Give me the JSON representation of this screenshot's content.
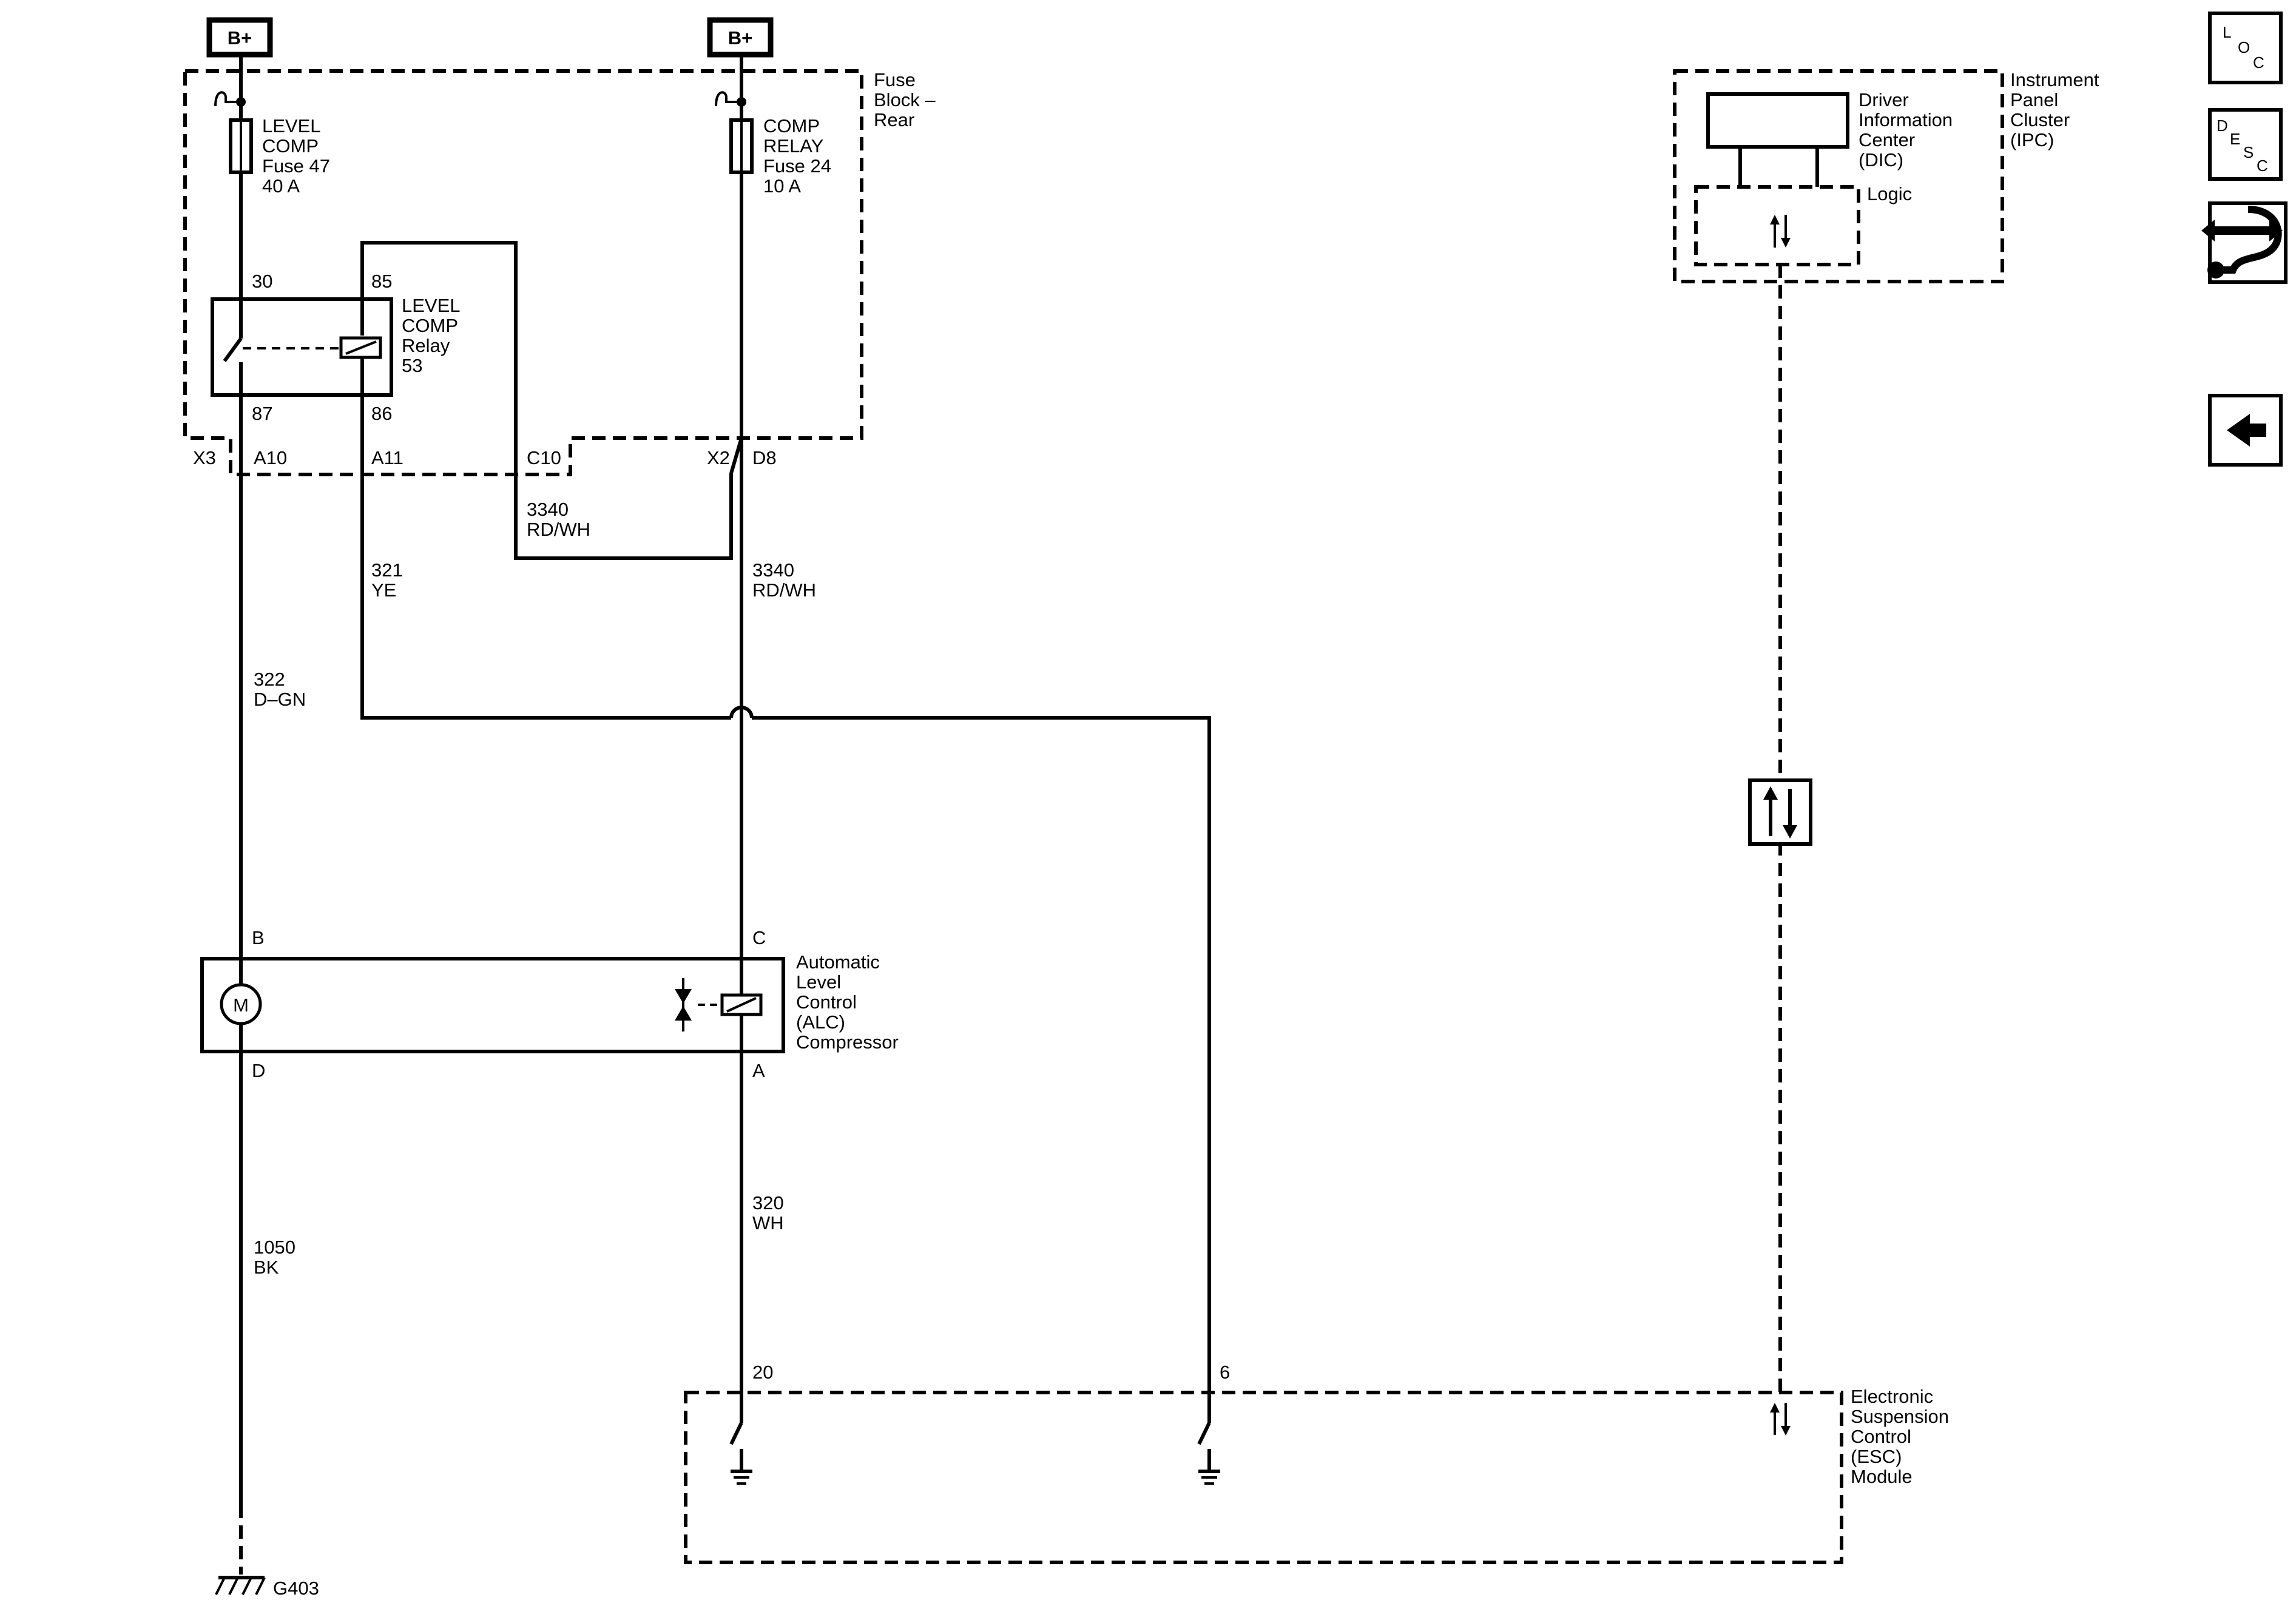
{
  "supply": {
    "left": "B+",
    "right": "B+"
  },
  "fuse_block": {
    "label": [
      "Fuse",
      "Block –",
      "Rear"
    ],
    "fuse47": [
      "LEVEL",
      "COMP",
      "Fuse 47",
      "40 A"
    ],
    "fuse24": [
      "COMP",
      "RELAY",
      "Fuse 24",
      "10 A"
    ],
    "relay": [
      "LEVEL",
      "COMP",
      "Relay",
      "53"
    ],
    "relay_pins": {
      "p30": "30",
      "p85": "85",
      "p87": "87",
      "p86": "86"
    }
  },
  "connectors": {
    "x3": "X3",
    "a10": "A10",
    "a11": "A11",
    "c10": "C10",
    "x2": "X2",
    "d8": "D8"
  },
  "wires": {
    "w3340_jumper": [
      "3340",
      "RD/WH"
    ],
    "w321": [
      "321",
      "YE"
    ],
    "w3340": [
      "3340",
      "RD/WH"
    ],
    "w322": [
      "322",
      "D–GN"
    ],
    "w1050": [
      "1050",
      "BK"
    ],
    "w320": [
      "320",
      "WH"
    ]
  },
  "compressor": {
    "label": [
      "Automatic",
      "Level",
      "Control",
      "(ALC)",
      "Compressor"
    ],
    "pins": {
      "b": "B",
      "c": "C",
      "d": "D",
      "a": "A"
    },
    "motor": "M"
  },
  "ground": {
    "label": "G403"
  },
  "esc": {
    "label": [
      "Electronic",
      "Suspension",
      "Control",
      "(ESC)",
      "Module"
    ],
    "pins": {
      "p20": "20",
      "p6": "6"
    }
  },
  "ipc": {
    "label": [
      "Instrument",
      "Panel",
      "Cluster",
      "(IPC)"
    ],
    "dic": [
      "Driver",
      "Information",
      "Center",
      "(DIC)"
    ],
    "logic": "Logic"
  },
  "side_buttons": {
    "loc": [
      "L",
      "O",
      "C"
    ],
    "desc": [
      "D",
      "E",
      "S",
      "C"
    ],
    "icons": [
      "connector-repair-icon",
      "back-arrow-icon"
    ]
  }
}
